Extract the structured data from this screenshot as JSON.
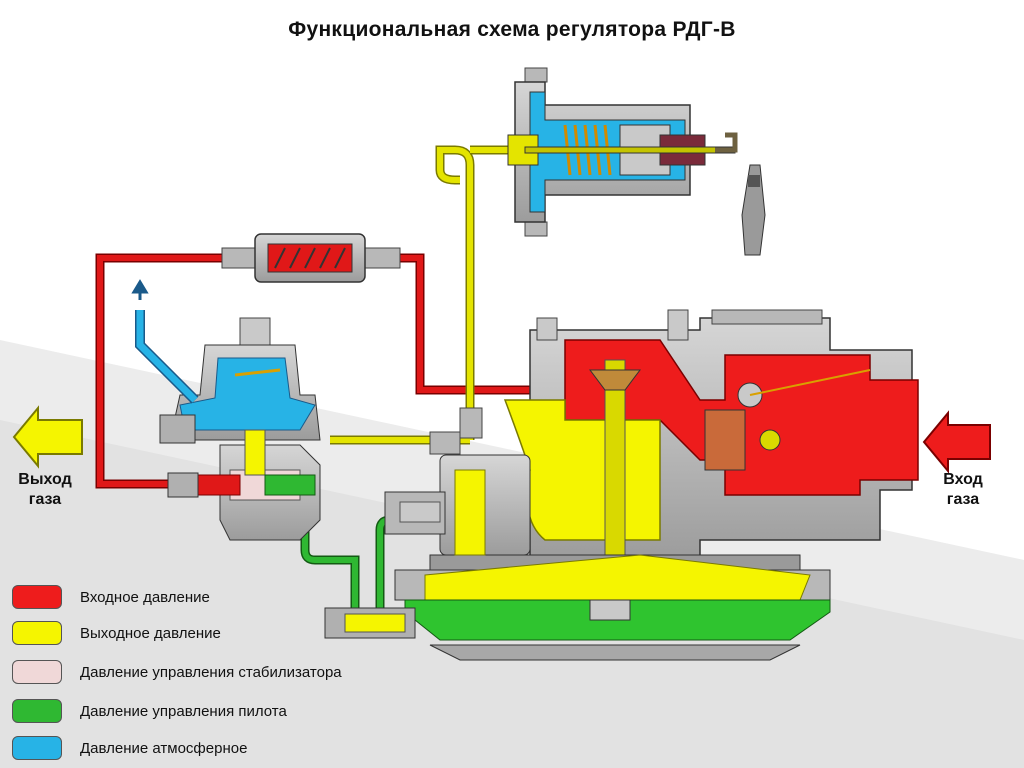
{
  "title": "Функциональная схема регулятора РДГ-В",
  "outlet_label": "Выход газа",
  "inlet_label": "Вход газа",
  "colors": {
    "inlet": "#ee1c1c",
    "outlet": "#f5f500",
    "stabilizer": "#f0d8d8",
    "pilot": "#2fb832",
    "atmospheric": "#27b3e6",
    "body": "#b8b8b8"
  },
  "legend": [
    {
      "label": "Входное давление",
      "color": "#ee1c1c"
    },
    {
      "label": "Выходное давление",
      "color": "#f5f500"
    },
    {
      "label": "Давление управления стабилизатора",
      "color": "#f0d8d8"
    },
    {
      "label": "Давление управления пилота",
      "color": "#2fb832"
    },
    {
      "label": "Давление атмосферное",
      "color": "#27b3e6"
    }
  ]
}
